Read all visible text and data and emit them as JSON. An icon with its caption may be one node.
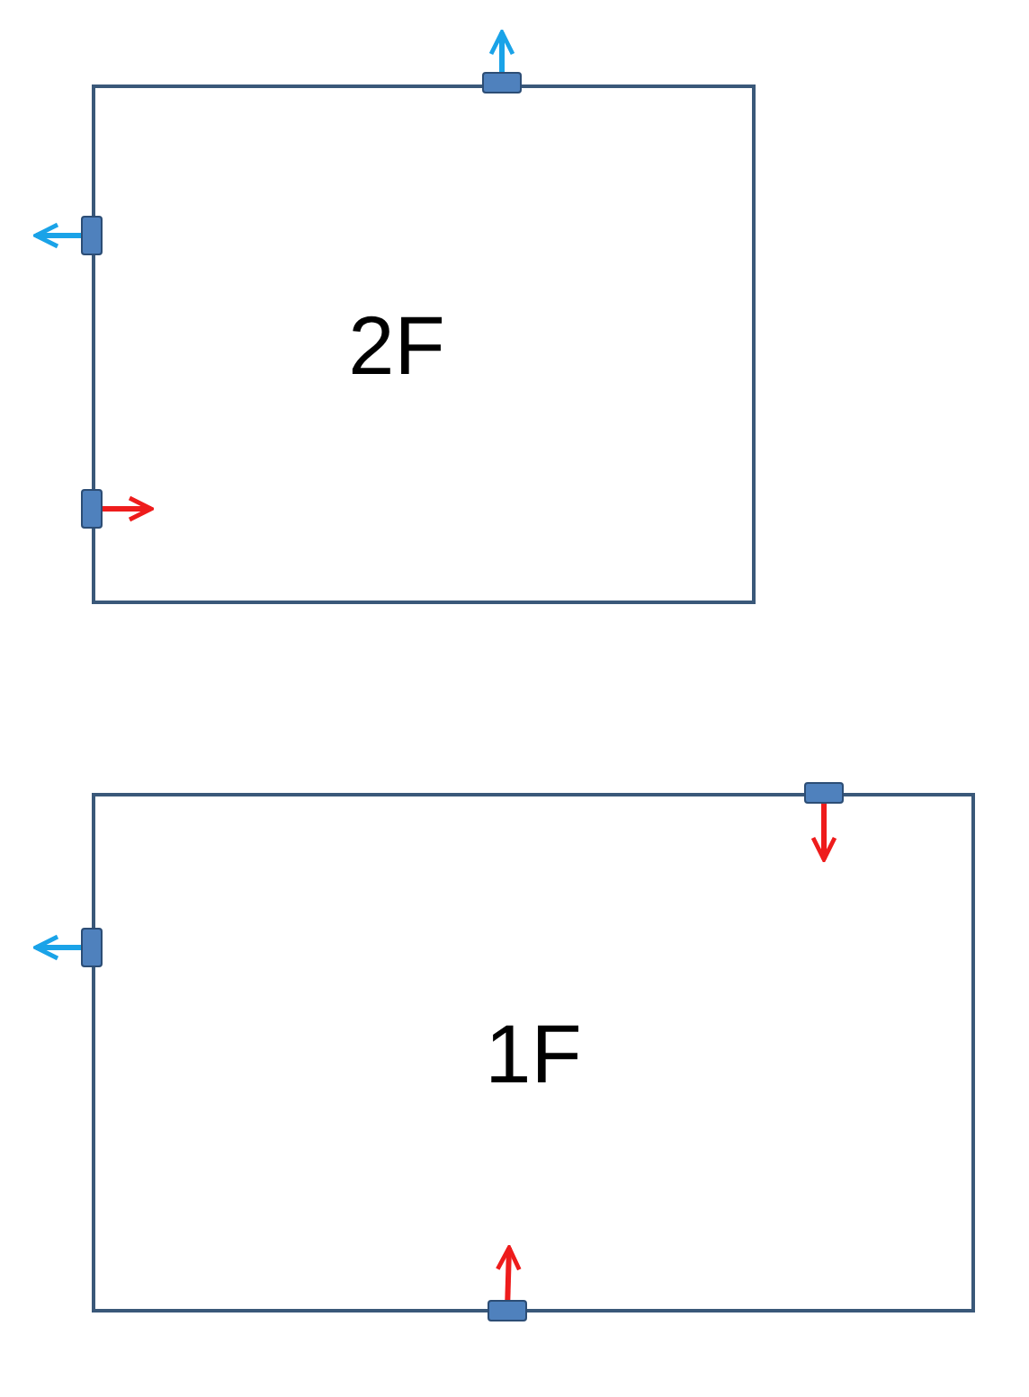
{
  "diagram": {
    "nodes": [
      {
        "text": [
          "2F"
        ]
      },
      {
        "text": [],
        "shape": "box"
      },
      {
        "text": [],
        "shape": "box"
      },
      {
        "text": [],
        "shape": "box"
      },
      {
        "text": [
          "1F"
        ]
      },
      {
        "text": [],
        "shape": "box"
      },
      {
        "text": [],
        "shape": "box"
      },
      {
        "text": [],
        "shape": "box"
      }
    ],
    "edges": [
      {
        "from": 1,
        "to": null,
        "arrow": "to",
        "color": "#1aa3e8"
      },
      {
        "from": 2,
        "to": null,
        "arrow": "to",
        "color": "#1aa3e8"
      },
      {
        "from": 3,
        "to": 0,
        "arrow": "to",
        "color": "#ee1c1c"
      },
      {
        "from": 5,
        "to": 4,
        "arrow": "to",
        "color": "#ee1c1c"
      },
      {
        "from": 6,
        "to": null,
        "arrow": "to",
        "color": "#1aa3e8"
      },
      {
        "from": 7,
        "to": 4,
        "arrow": "to",
        "color": "#ee1c1c"
      }
    ]
  }
}
